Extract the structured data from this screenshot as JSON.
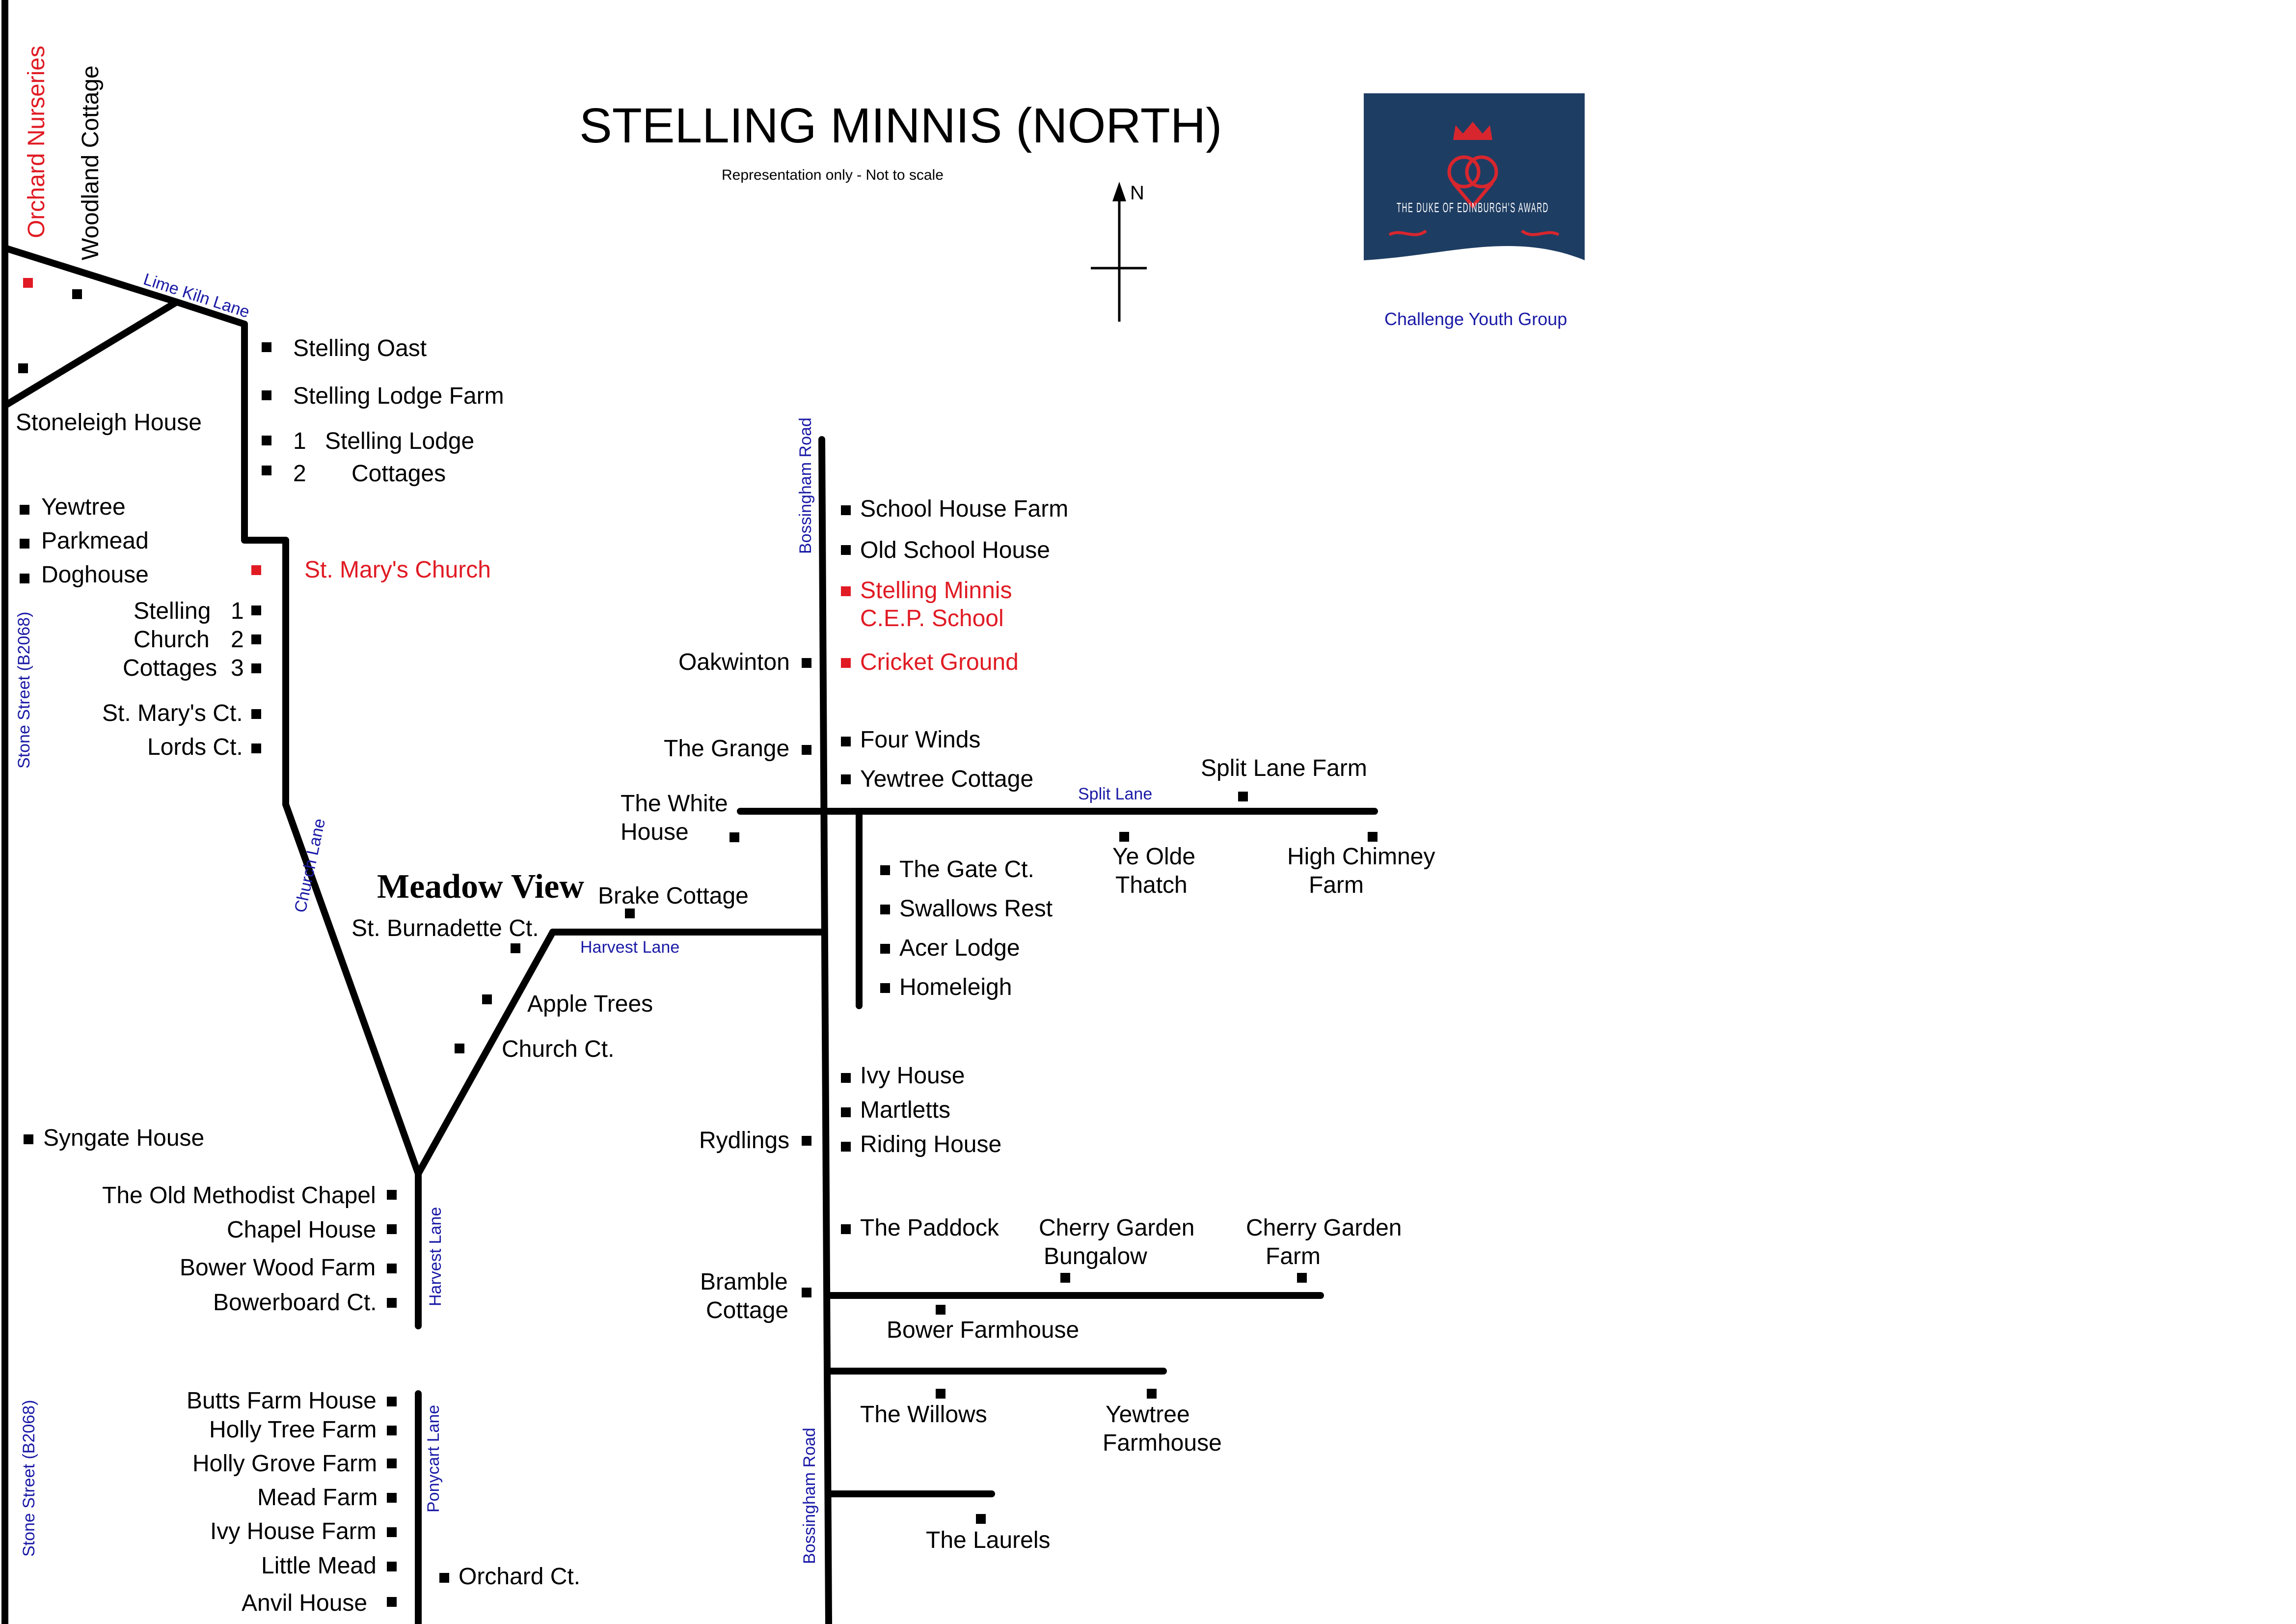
{
  "title": "STELLING MINNIS (NORTH)",
  "subtitle": "Representation only - Not to scale",
  "compass_label": "N",
  "heading": "Meadow View",
  "logo": {
    "text": "THE DUKE OF EDINBURGH'S AWARD",
    "color": "#1e3d63",
    "caption": "Challenge Youth Group"
  },
  "road_names": [
    "Lime Kiln Lane",
    "Stone Street (B2068)",
    "Stone Street (B2068)",
    "Church Lane",
    "Harvest Lane",
    "Harvest Lane",
    "Ponycart Lane",
    "Bossingham Road",
    "Bossingham Road",
    "Split Lane"
  ],
  "places": [
    "Orchard Nurseries",
    "Woodland Cottage",
    "Stoneleigh House",
    "Stelling Oast",
    "Stelling Lodge Farm",
    "1",
    "Stelling Lodge",
    "2",
    "Cottages",
    "Yewtree",
    "Parkmead",
    "Doghouse",
    "St. Mary's Church",
    "Stelling",
    "1",
    "Church",
    "2",
    "Cottages",
    "3",
    "St. Mary's Ct.",
    "Lords Ct.",
    "St. Burnadette Ct.",
    "Apple Trees",
    "Church Ct.",
    "Brake Cottage",
    "Syngate House",
    "The Old Methodist Chapel",
    "Chapel House",
    "Bower Wood Farm",
    "Bowerboard Ct.",
    "Butts Farm House",
    "Holly Tree Farm",
    "Holly Grove Farm",
    "Mead Farm",
    "Ivy House Farm",
    "Little Mead",
    "Anvil House",
    "Orchard Ct.",
    "School House Farm",
    "Old School House",
    "Stelling Minnis",
    "C.E.P. School",
    "Oakwinton",
    "Cricket Ground",
    "The Grange",
    "Four Winds",
    "Yewtree Cottage",
    "The White",
    "House",
    "Split Lane Farm",
    "Ye Olde",
    "Thatch",
    "High Chimney",
    "Farm",
    "The Gate Ct.",
    "Swallows Rest",
    "Acer Lodge",
    "Homeleigh",
    "Ivy House",
    "Martletts",
    "Riding House",
    "Rydlings",
    "The Paddock",
    "Cherry Garden",
    "Bungalow",
    "Cherry Garden",
    "Farm",
    "Bramble",
    "Cottage",
    "Bower Farmhouse",
    "The Willows",
    "Yewtree",
    "Farmhouse",
    "The Laurels"
  ]
}
